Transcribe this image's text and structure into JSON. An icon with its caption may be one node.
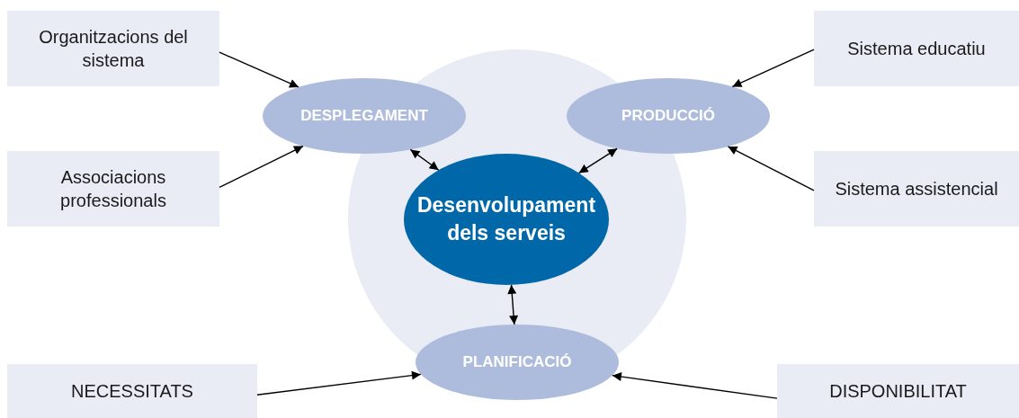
{
  "diagram": {
    "nodes": [
      {
        "text": [
          "Organitzacions del sistema"
        ]
      },
      {
        "text": [
          "Associacions professionals"
        ]
      },
      {
        "text": [
          "Sistema educatiu"
        ]
      },
      {
        "text": [
          "Sistema assistencial"
        ]
      },
      {
        "text": [
          "DESPLEGAMENT"
        ]
      },
      {
        "text": [
          "PRODUCCIÓ"
        ]
      },
      {
        "text": [
          "Desenvolupament dels serveis"
        ]
      },
      {
        "text": [
          "PLANIFICACIÓ"
        ]
      },
      {
        "text": [
          "NECESSITATS"
        ]
      },
      {
        "text": [
          "DISPONIBILITAT"
        ]
      }
    ],
    "edges": [
      {
        "from": 0,
        "to": 4,
        "arrow": "to"
      },
      {
        "from": 1,
        "to": 4,
        "arrow": "to"
      },
      {
        "from": 2,
        "to": 5,
        "arrow": "to"
      },
      {
        "from": 3,
        "to": 5,
        "arrow": "to"
      },
      {
        "from": 4,
        "to": 6,
        "arrow": "both"
      },
      {
        "from": 5,
        "to": 6,
        "arrow": "both"
      },
      {
        "from": 6,
        "to": 7,
        "arrow": "both"
      },
      {
        "from": 8,
        "to": 7,
        "arrow": "to"
      },
      {
        "from": 9,
        "to": 7,
        "arrow": "to"
      }
    ]
  }
}
